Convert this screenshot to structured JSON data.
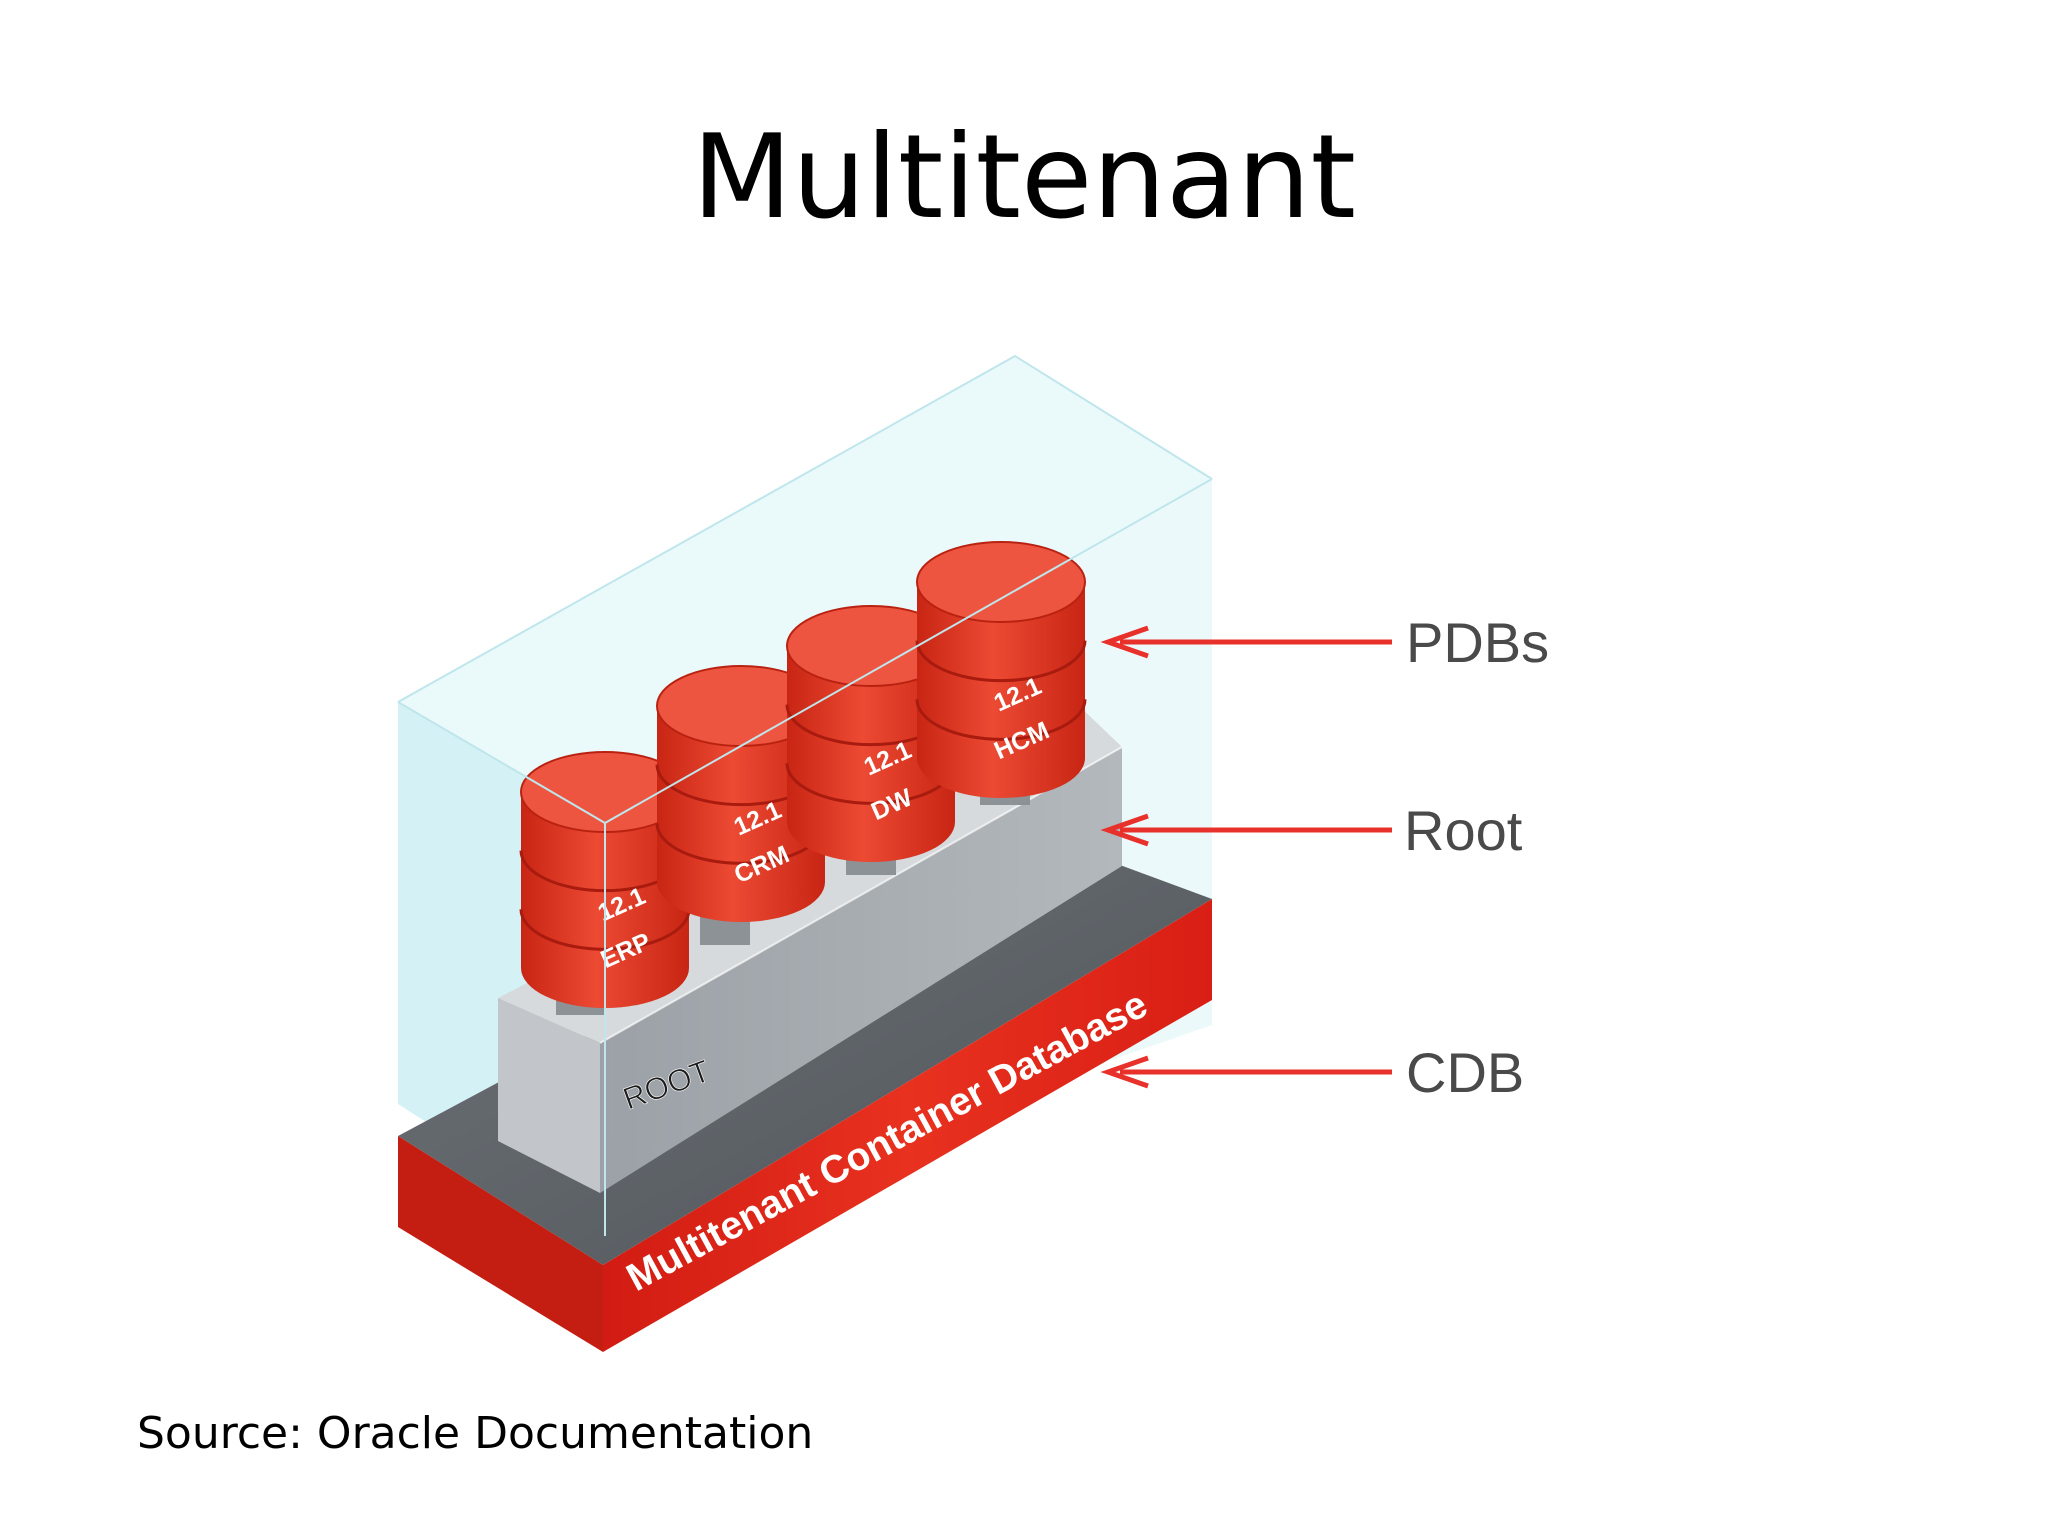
{
  "slide": {
    "title": "Multitenant",
    "source": "Source: Oracle Documentation"
  },
  "diagram": {
    "callouts": {
      "pdbs": "PDBs",
      "root": "Root",
      "cdb": "CDB"
    },
    "root_block_label": "ROOT",
    "cdb_band_label": "Multitenant Container Database",
    "pdbs": [
      {
        "name": "ERP",
        "version": "12.1"
      },
      {
        "name": "CRM",
        "version": "12.1"
      },
      {
        "name": "DW",
        "version": "12.1"
      },
      {
        "name": "HCM",
        "version": "12.1"
      }
    ],
    "colors": {
      "pdb_red": "#e23b26",
      "pdb_top": "#ee5540",
      "cdb_red": "#e4261b",
      "root_gray": "#a4a9ae",
      "arrow_red": "#e8312a",
      "glass": "#d8f3f6",
      "callout_text": "#4a4a4a"
    }
  }
}
